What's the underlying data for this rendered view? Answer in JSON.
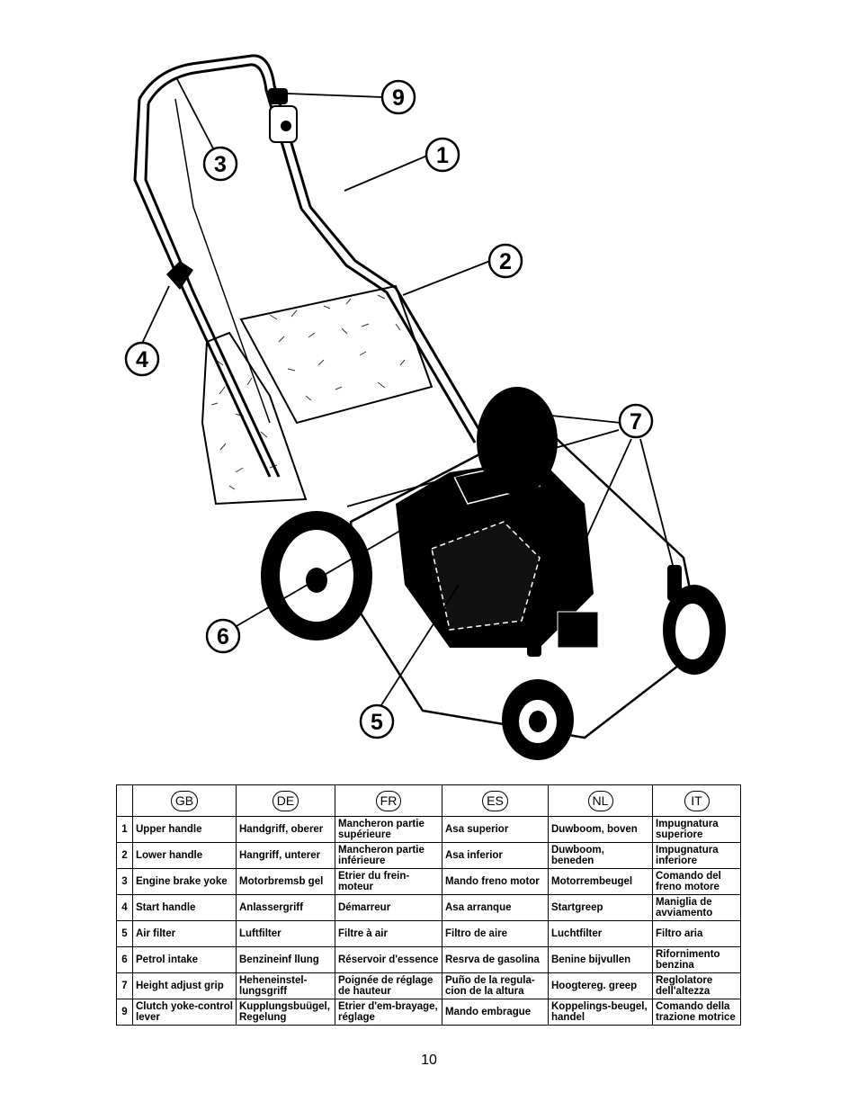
{
  "figure": {
    "callouts": [
      "1",
      "2",
      "3",
      "4",
      "5",
      "6",
      "7",
      "9"
    ]
  },
  "table": {
    "languages": [
      "GB",
      "DE",
      "FR",
      "ES",
      "NL",
      "IT"
    ],
    "rows": [
      {
        "num": "1",
        "cells": [
          "Upper handle",
          "Handgriff, oberer",
          "Mancheron partie supérieure",
          "Asa superior",
          "Duwboom, boven",
          "Impugnatura superiore"
        ]
      },
      {
        "num": "2",
        "cells": [
          "Lower handle",
          "Hangriff, unterer",
          "Mancheron partie inférieure",
          "Asa inferior",
          "Duwboom, beneden",
          "Impugnatura inferiore"
        ]
      },
      {
        "num": "3",
        "cells": [
          "Engine brake yoke",
          "Motorbremsb gel",
          "Etrier du frein-moteur",
          "Mando freno motor",
          "Motorrembeugel",
          "Comando del freno motore"
        ]
      },
      {
        "num": "4",
        "cells": [
          "Start handle",
          "Anlassergriff",
          "Démarreur",
          "Asa arranque",
          "Startgreep",
          "Maniglia de avviamento"
        ]
      },
      {
        "num": "5",
        "cells": [
          "Air filter",
          "Luftfilter",
          "Filtre à air",
          "Filtro de aire",
          "Luchtfilter",
          "Filtro aria"
        ]
      },
      {
        "num": "6",
        "cells": [
          "Petrol intake",
          "Benzineinf llung",
          "Réservoir d'essence",
          "Resrva de gasolina",
          "Benine bijvullen",
          "Rifornimento benzina"
        ]
      },
      {
        "num": "7",
        "cells": [
          "Height adjust grip",
          "Heheneinstel-lungsgriff",
          "Poignée de réglage de hauteur",
          "Puño de la regula-cion de la altura",
          "Hoogtereg. greep",
          "Reglolatore dell'altezza"
        ]
      },
      {
        "num": "9",
        "cells": [
          "Clutch yoke-control lever",
          "Kupplungsbuügel, Regelung",
          "Etrier d'em-brayage, réglage",
          "Mando embrague",
          "Koppelings-beugel, handel",
          "Comando della trazione motrice"
        ]
      }
    ]
  },
  "page": {
    "number": "10"
  }
}
